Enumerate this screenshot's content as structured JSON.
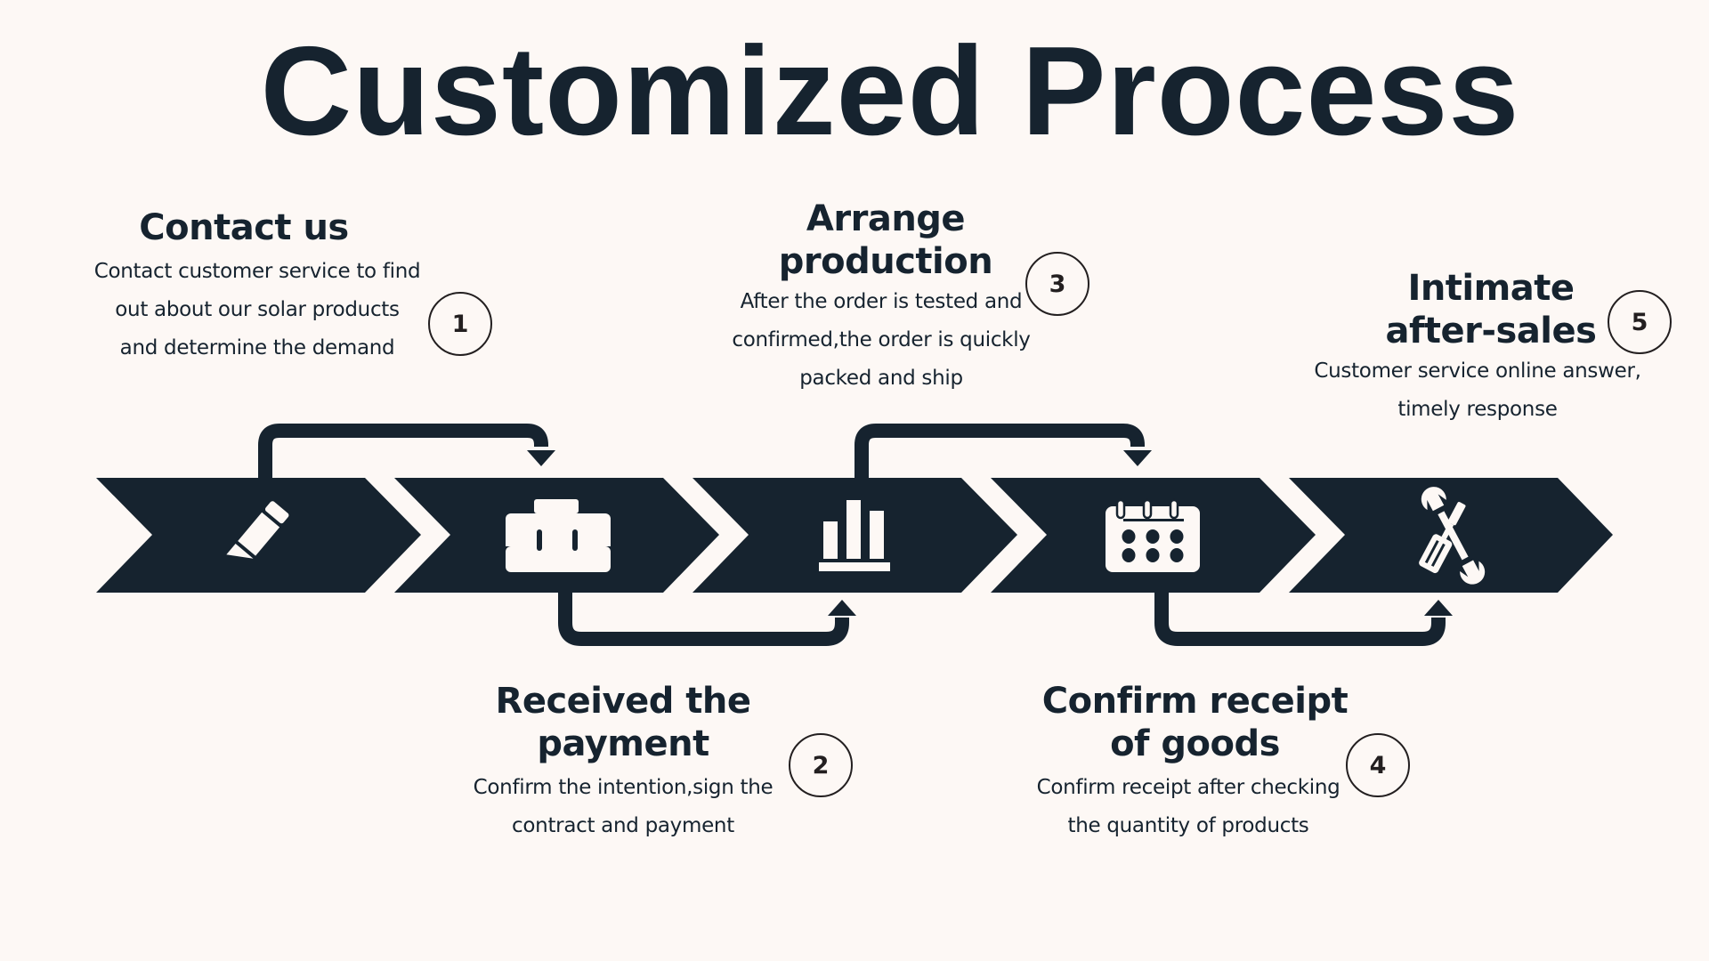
{
  "title": "Customized Process",
  "colors": {
    "primary": "#16232f",
    "background": "#fdf8f5",
    "icon": "#fdf8f5",
    "badge_border": "#231f20"
  },
  "steps": [
    {
      "number": "1",
      "title": "Contact us",
      "description_lines": [
        "Contact customer service to find",
        "out about our solar products",
        "and determine the demand"
      ],
      "icon": "pencil-icon"
    },
    {
      "number": "2",
      "title_lines": [
        "Received the",
        "payment"
      ],
      "description_lines": [
        "Confirm the intention,sign the",
        "contract and payment"
      ],
      "icon": "briefcase-icon"
    },
    {
      "number": "3",
      "title_lines": [
        "Arrange",
        "production"
      ],
      "description_lines": [
        "After the order is tested and",
        "confirmed,the  order is quickly",
        "packed and ship"
      ],
      "icon": "bar-chart-icon"
    },
    {
      "number": "4",
      "title_lines": [
        "Confirm receipt",
        "of goods"
      ],
      "description_lines": [
        "Confirm receipt after checking",
        "the quantity of products"
      ],
      "icon": "calendar-icon"
    },
    {
      "number": "5",
      "title_lines": [
        "Intimate",
        "after-sales"
      ],
      "description_lines": [
        "Customer service online answer,",
        "timely response"
      ],
      "icon": "tools-icon"
    }
  ]
}
